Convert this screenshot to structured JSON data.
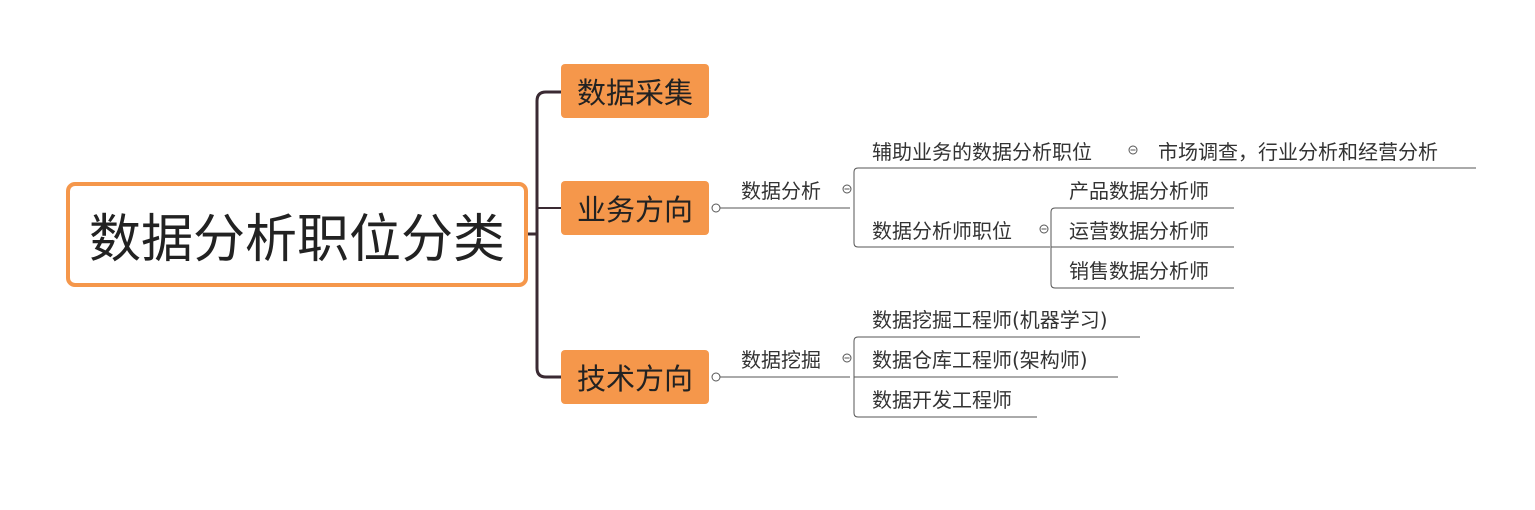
{
  "mindmap": {
    "root": "数据分析职位分类",
    "branches": [
      {
        "label": "数据采集"
      },
      {
        "label": "业务方向",
        "child": {
          "label": "数据分析",
          "children": [
            {
              "label": "辅助业务的数据分析职位",
              "child": "市场调查，行业分析和经营分析"
            },
            {
              "label": "数据分析师职位",
              "children": [
                "产品数据分析师",
                "运营数据分析师",
                "销售数据分析师"
              ]
            }
          ]
        }
      },
      {
        "label": "技术方向",
        "child": {
          "label": "数据挖掘",
          "children": [
            "数据挖掘工程师(机器学习)",
            "数据仓库工程师(架构师)",
            "数据开发工程师"
          ]
        }
      }
    ]
  },
  "colors": {
    "topic_fill": "#F5974B",
    "branch_line": "#3a2a33",
    "leaf_line": "#555555",
    "text": "#333333"
  }
}
